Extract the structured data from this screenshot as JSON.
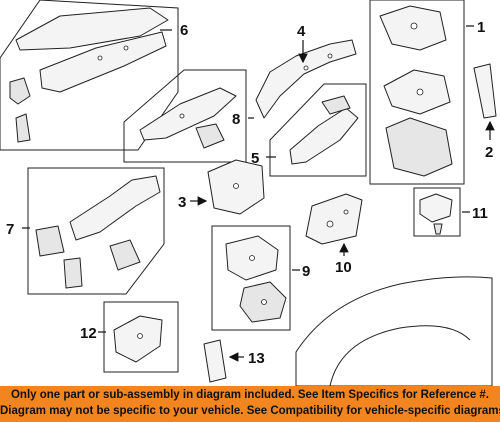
{
  "callouts": {
    "c1": "1",
    "c2": "2",
    "c3": "3",
    "c4": "4",
    "c5": "5",
    "c6": "6",
    "c7": "7",
    "c8": "8",
    "c9": "9",
    "c10": "10",
    "c11": "11",
    "c12": "12",
    "c13": "13"
  },
  "footer": {
    "line1": "Only one part or sub-assembly in diagram included. See Item Specifics for Reference #.",
    "line2": "Diagram may not be specific to your vehicle. See Compatibility for vehicle-specific diagrams."
  },
  "colors": {
    "footer_background": "#f2851f",
    "line_art": "#222222"
  }
}
